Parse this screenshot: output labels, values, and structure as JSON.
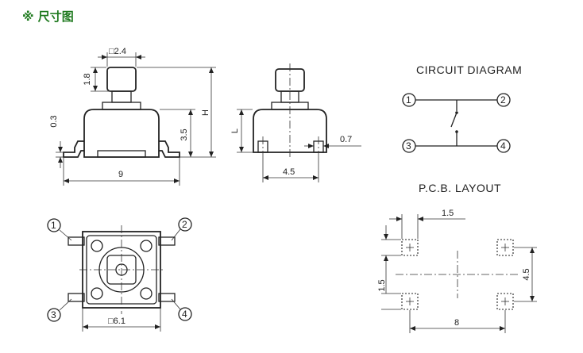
{
  "header": {
    "title": "※ 尺寸图"
  },
  "front_view": {
    "dim_top": "□2.4",
    "dim_plunger": "1.8",
    "dim_gap": "0.3",
    "dim_h": "H",
    "dim_body": "3.5",
    "dim_width": "9"
  },
  "side_view": {
    "dim_l": "L",
    "dim_lead": "0.7",
    "dim_pitch": "4.5"
  },
  "top_view": {
    "pins": [
      "1",
      "2",
      "3",
      "4"
    ],
    "dim_body": "□6.1"
  },
  "circuit": {
    "title": "CIRCUIT DIAGRAM",
    "pins": [
      "1",
      "2",
      "3",
      "4"
    ]
  },
  "pcb": {
    "title": "P.C.B. LAYOUT",
    "dim_pad": "1.5",
    "dim_pad_v": "1.5",
    "dim_height": "4.5",
    "dim_width": "8"
  }
}
